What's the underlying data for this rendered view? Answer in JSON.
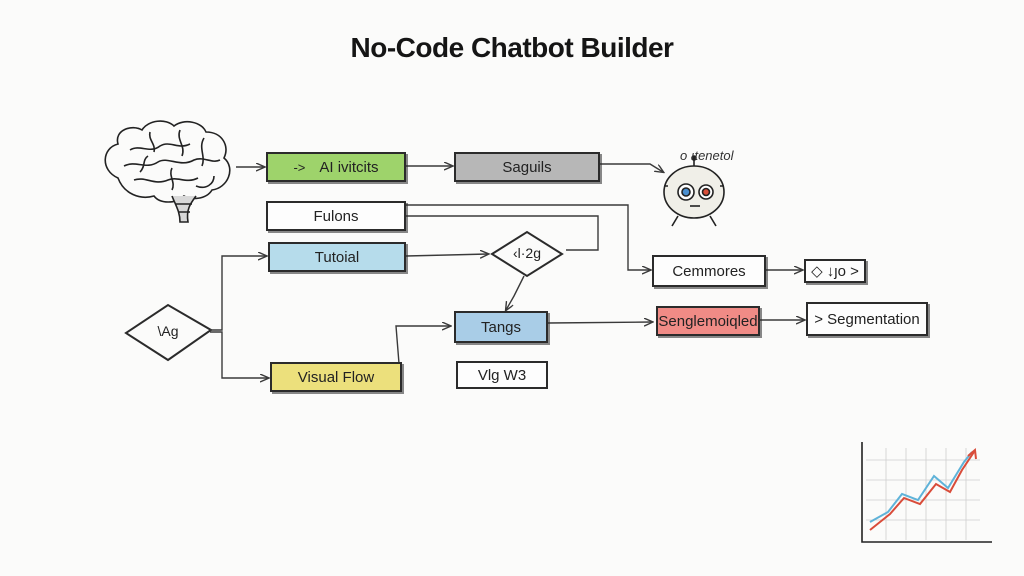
{
  "title": "No-Code Chatbot Builder",
  "nodes": {
    "ai": {
      "prefix": "->",
      "label": "AI ivitcits"
    },
    "saguils": {
      "label": "Saguils"
    },
    "fulons": {
      "label": "Fulons"
    },
    "tutorial": {
      "label": "Tutoial"
    },
    "visual_flow": {
      "label": "Visual Flow"
    },
    "tangs": {
      "label": "Tangs"
    },
    "vlg": {
      "label": "Vlg W3"
    },
    "cemmores": {
      "label": "Cemmores"
    },
    "small_box": {
      "label": "◇ ↓ȷo >"
    },
    "segmented": {
      "label": "Senglemoiqled"
    },
    "segmentation": {
      "label": "> Segmentation"
    }
  },
  "diamonds": {
    "left": "\\Ag",
    "middle": "‹l·2g"
  },
  "annotations": {
    "robot_label": "o ıtenetol"
  },
  "icons": {
    "brain": "brain-icon",
    "robot": "robot-icon",
    "chart": "line-chart-icon"
  },
  "colors": {
    "green": "#9ed36b",
    "gray": "#b7b7b7",
    "blue": "#b6dceb",
    "yellow": "#ece07c",
    "red": "#f08b86",
    "chart_red": "#d94c3a",
    "chart_blue": "#5fb3d9"
  }
}
